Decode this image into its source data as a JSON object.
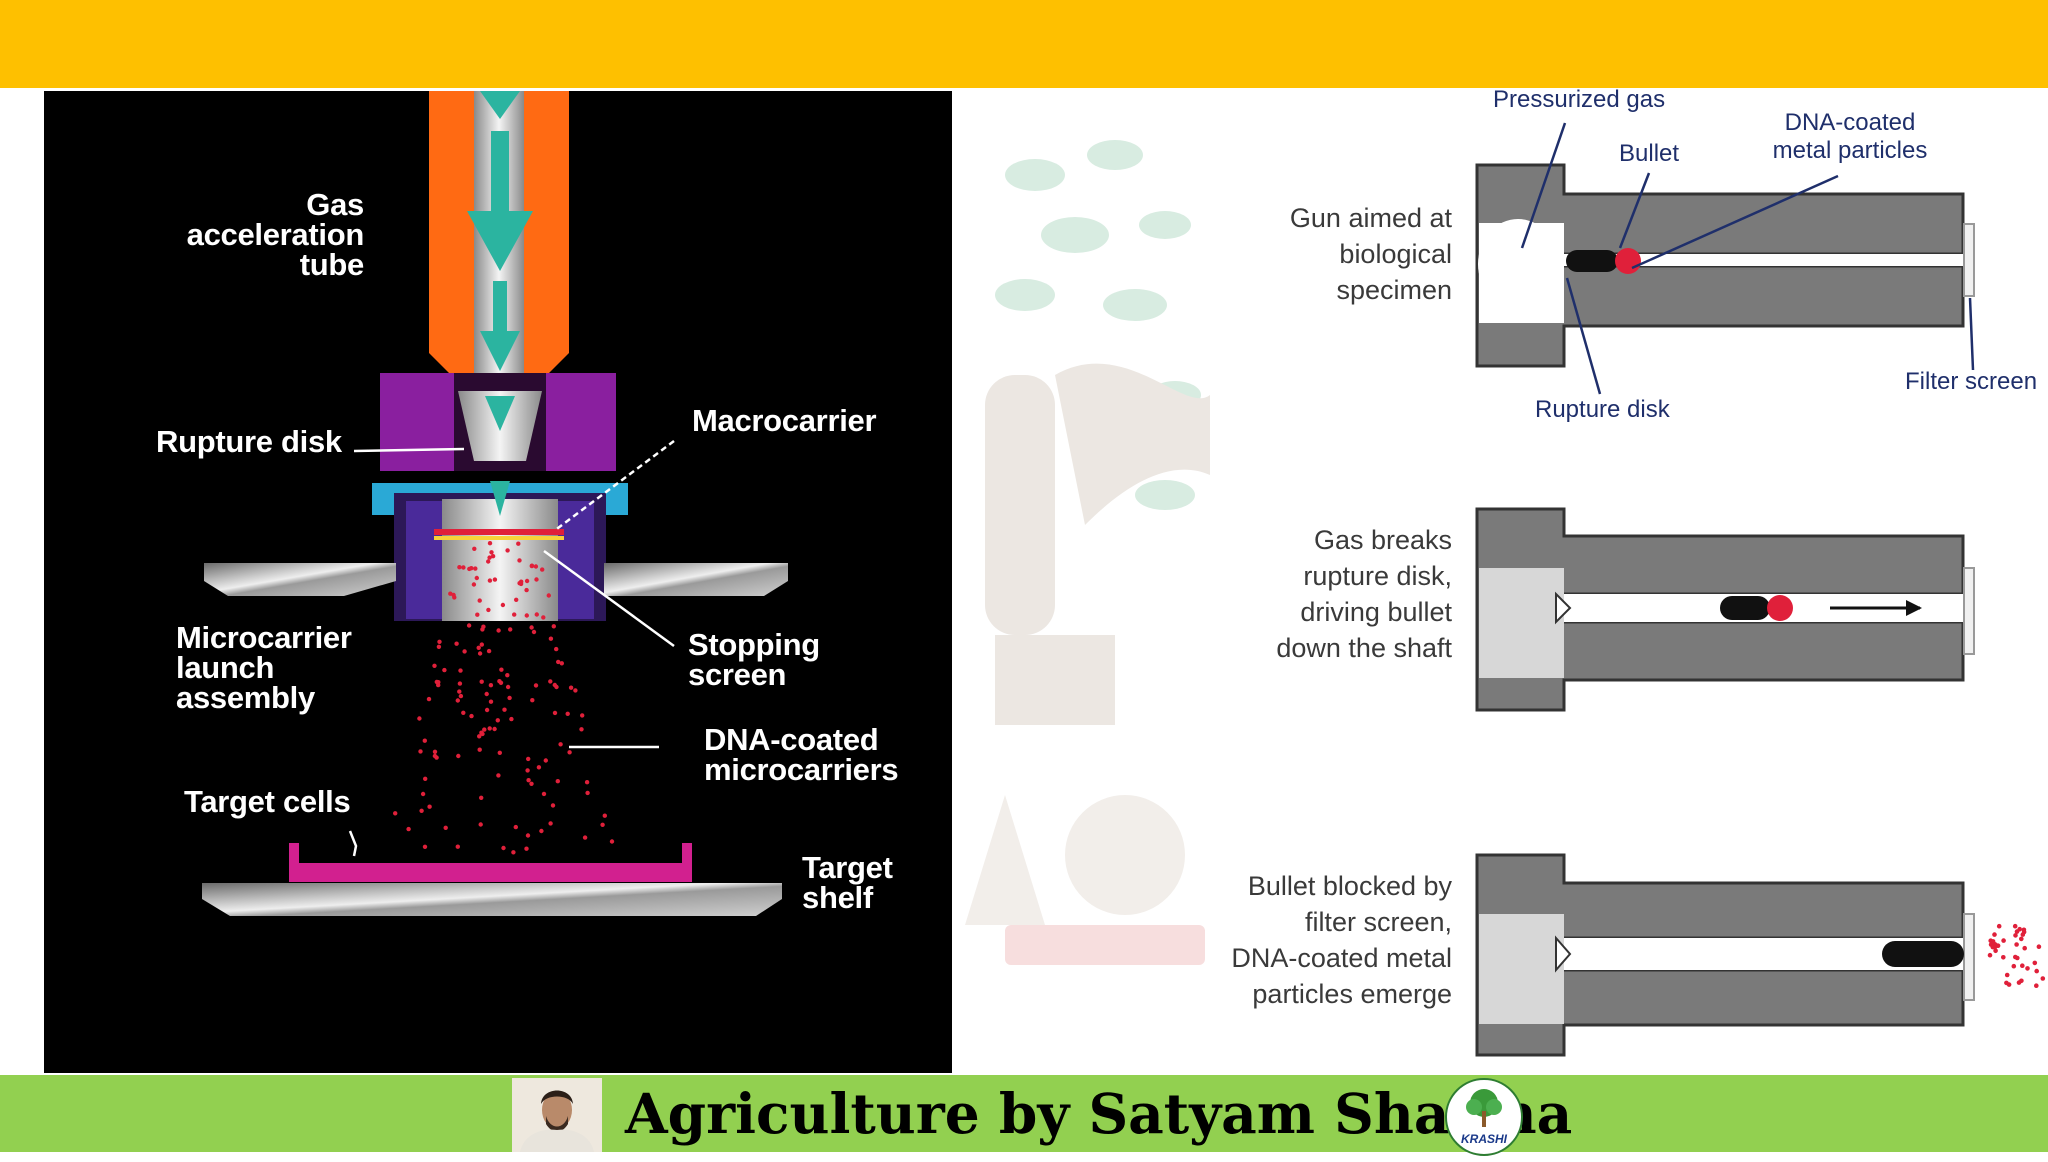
{
  "left_diagram": {
    "labels": {
      "gas_acceleration_tube": [
        "Gas",
        "acceleration",
        "tube"
      ],
      "rupture_disk": "Rupture disk",
      "macrocarrier": "Macrocarrier",
      "microcarrier_launch_assembly": [
        "Microcarrier",
        "launch",
        "assembly"
      ],
      "stopping_screen": [
        "Stopping",
        "screen"
      ],
      "dna_coated_microcarriers": [
        "DNA-coated",
        "microcarriers"
      ],
      "target_cells": "Target cells",
      "target_shelf": [
        "Target",
        "shelf"
      ]
    }
  },
  "right_diagram": {
    "stage1": {
      "caption": [
        "Gun aimed at",
        "biological",
        "specimen"
      ],
      "pressurized_gas": "Pressurized gas",
      "bullet": "Bullet",
      "dna_coated_particles": [
        "DNA-coated",
        "metal particles"
      ],
      "filter_screen": "Filter screen",
      "rupture_disk": "Rupture disk"
    },
    "stage2": {
      "caption": [
        "Gas breaks",
        "rupture disk,",
        "driving bullet",
        "down the shaft"
      ]
    },
    "stage3": {
      "caption": [
        "Bullet blocked by",
        "filter screen,",
        "DNA-coated metal",
        "particles emerge"
      ]
    }
  },
  "footer": {
    "title": "Agriculture by Satyam Sharma",
    "logo_text": "KRASHI"
  },
  "colors": {
    "top_band": "#fec000",
    "footer_band": "#92d050",
    "tube_orange": "#ff6a13",
    "assembly_purple": "#8a1f9f",
    "macrocarrier_cyan": "#2aa9d6",
    "particle_red": "#e0203a",
    "label_blue": "#1f2f6b",
    "gun_gray": "#7a7a7a"
  }
}
